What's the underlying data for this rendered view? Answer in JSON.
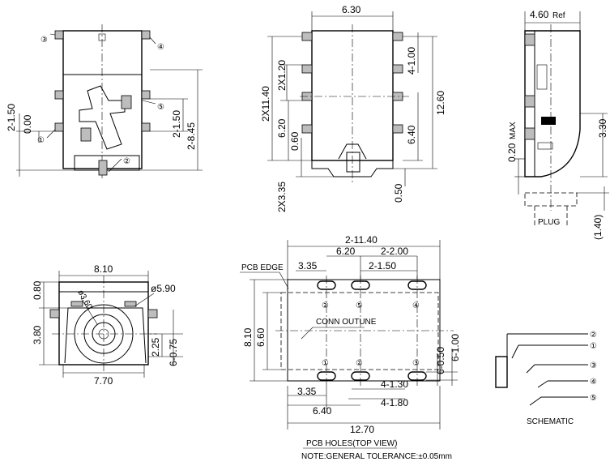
{
  "top_view": {
    "pin_labels": [
      "③",
      "④",
      "⑤",
      "①",
      "②"
    ],
    "dims": {
      "d1": "2-1.50",
      "d2": "0.00",
      "d3": "2-1.50",
      "d4": "2-8.45"
    }
  },
  "side_view": {
    "dims": {
      "width": "6.30",
      "x1": "2X1.20",
      "x2": "2X11.40",
      "x3": "6.20",
      "x4": "0.60",
      "x5": "2X3.35",
      "y1": "4-1.00",
      "y2": "12.60",
      "y3": "6.40",
      "y4": "0.50"
    }
  },
  "right_view": {
    "ref": "4.60",
    "ref_suffix": "Ref",
    "max_val": "0.20",
    "max_suffix": "MAX",
    "h": "3.30",
    "plug": "PLUG",
    "plug_dim": "(1.40)"
  },
  "front_view": {
    "dims": {
      "w_top": "8.10",
      "w_bottom": "7.70",
      "h1": "0.80",
      "h2": "3.80",
      "dia1": "ø3.60",
      "dia2": "ø5.90",
      "h3": "2.25",
      "h4": "6-0.75"
    }
  },
  "pcb_view": {
    "dims": {
      "top_total": "2-11.40",
      "top_a": "6.20",
      "top_b": "2-2.00",
      "top_c": "3.35",
      "top_d": "2-1.50",
      "left_a": "8.10",
      "left_b": "6.60",
      "right_a": "6-0.50",
      "right_b": "6-1.00",
      "bot_a": "3.35",
      "bot_b": "4-1.30",
      "bot_c": "4-1.80",
      "bot_d": "6.40",
      "bot_e": "12.70"
    },
    "pcb_edge": "PCB EDGE",
    "conn_outline": "CONN OUTUNE",
    "pin_labels_top": [
      "②",
      "⑤",
      "④"
    ],
    "pin_labels_bottom": [
      "①",
      "②",
      "③"
    ],
    "title": "PCB HOLES(TOP VIEW)",
    "note": "NOTE:GENERAL TOLERANCE:±0.05mm"
  },
  "schematic": {
    "pins": [
      "②",
      "①",
      "③",
      "④",
      "⑤"
    ],
    "label": "SCHEMATIC"
  }
}
